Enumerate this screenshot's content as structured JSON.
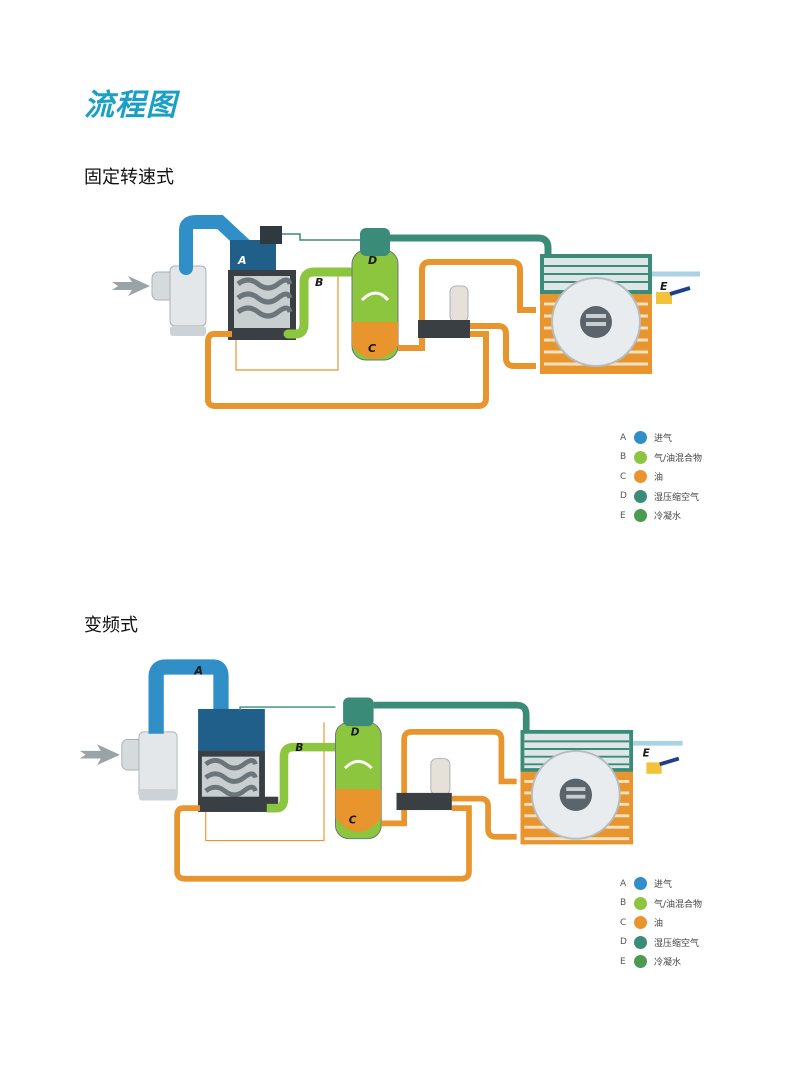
{
  "page_title": "流程图",
  "colors": {
    "intake": "#2f8fc6",
    "mixture": "#8cc63f",
    "oil": "#e8952e",
    "compressed_air": "#3a8c78",
    "condensate": "#4a9a52",
    "machine_gray": "#6b7780",
    "title_accent": "#1aa0c4"
  },
  "sections": [
    {
      "title": "固定转速式",
      "labels": {
        "a": "A",
        "b": "B",
        "c": "C",
        "d": "D",
        "e": "E"
      },
      "legend": [
        {
          "letter": "A",
          "label": "进气",
          "color": "#2f8fc6"
        },
        {
          "letter": "B",
          "label": "气/油混合物",
          "color": "#8cc63f"
        },
        {
          "letter": "C",
          "label": "油",
          "color": "#e8952e"
        },
        {
          "letter": "D",
          "label": "湿压缩空气",
          "color": "#3a8c78"
        },
        {
          "letter": "E",
          "label": "冷凝水",
          "color": "#4a9a52"
        }
      ]
    },
    {
      "title": "变频式",
      "labels": {
        "a": "A",
        "b": "B",
        "c": "C",
        "d": "D",
        "e": "E"
      },
      "legend": [
        {
          "letter": "A",
          "label": "进气",
          "color": "#2f8fc6"
        },
        {
          "letter": "B",
          "label": "气/油混合物",
          "color": "#8cc63f"
        },
        {
          "letter": "C",
          "label": "油",
          "color": "#e8952e"
        },
        {
          "letter": "D",
          "label": "湿压缩空气",
          "color": "#3a8c78"
        },
        {
          "letter": "E",
          "label": "冷凝水",
          "color": "#4a9a52"
        }
      ]
    }
  ]
}
